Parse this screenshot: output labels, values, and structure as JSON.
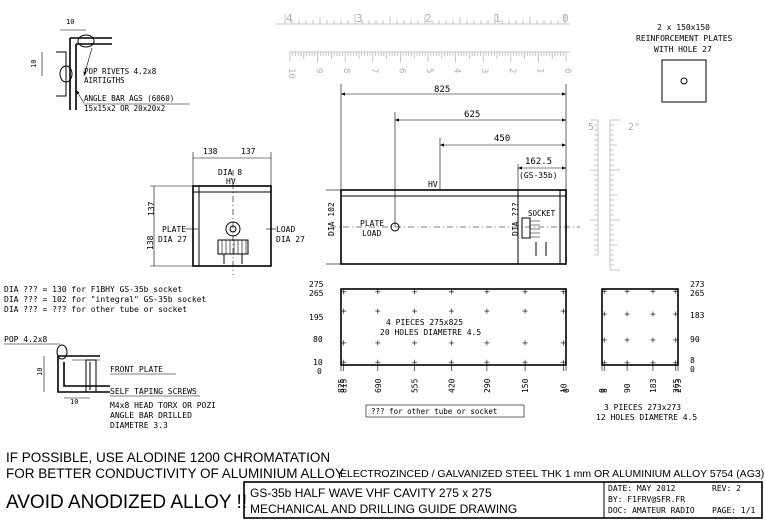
{
  "rulers": {
    "top": {
      "labels": [
        "4",
        "3",
        "2",
        "1",
        "0"
      ]
    },
    "cm": {
      "labels": [
        "10",
        "9",
        "8",
        "7",
        "6",
        "5",
        "4",
        "3",
        "2",
        "1",
        "0"
      ]
    },
    "vertical": {
      "label_a": "2\"",
      "label_b": "5"
    }
  },
  "detail_top": {
    "dim_a": "10",
    "dim_b": "10",
    "rivets_line1": "POP RIVETS 4.2x8",
    "rivets_line2": "AIRTIGTHS",
    "angle_line1": "ANGLE BAR AGS (6060)",
    "angle_line2": "15x15x2 OR 20x20x2"
  },
  "front_view": {
    "dim_left_w": "138",
    "dim_right_w": "137",
    "dia_top": "DIA 8",
    "hv": "HV",
    "dim_top_h": "137",
    "dim_bottom_h": "138",
    "plate": "PLATE",
    "plate_dia": "DIA 27",
    "load": "LOAD",
    "load_dia": "DIA 27"
  },
  "side_view": {
    "dim_total": "825",
    "dim_hole": "625",
    "dim_hv": "450",
    "hv": "HV",
    "dim_socket": "162.5",
    "socket_type": "(GS-35b)",
    "socket": "SOCKET",
    "plate": "PLATE",
    "load": "LOAD",
    "dia_body": "DIA 102",
    "dia_socket": "DIA ???"
  },
  "reinforcement": {
    "line1": "2 x 150x150",
    "line2": "REINFORCEMENT PLATES",
    "line3": "WITH HOLE 27"
  },
  "dia_notes": [
    "DIA ??? = 130 for F1BHY GS-35b socket",
    "DIA ??? = 102 for \"integral\" GS-35b socket",
    "DIA ??? = ??? for other tube or socket"
  ],
  "detail_bottom": {
    "pop": "POP 4.2x8",
    "dim_a": "10",
    "dim_b": "10",
    "front_plate": "FRONT PLATE",
    "screws_line1": "SELF TAPING SCREWS",
    "screws_line2": "M4x8 HEAD TORX OR POZI",
    "screws_line3": "ANGLE BAR DRILLED",
    "screws_line4": "DIAMETRE 3.3"
  },
  "panel1": {
    "y_labels": [
      "275",
      "265",
      "195",
      "80",
      "10",
      "0"
    ],
    "x_labels": [
      "825",
      "815",
      "690",
      "555",
      "420",
      "290",
      "150",
      "10",
      "0"
    ],
    "rows": [
      265,
      195,
      80,
      10
    ],
    "cols": [
      815,
      690,
      555,
      420,
      290,
      150,
      10
    ],
    "desc_line1": "4 PIECES 275x825",
    "desc_line2": "20 HOLES DIAMETRE 4.5",
    "socket_note": "??? for other tube or socket"
  },
  "panel2": {
    "y_labels": [
      "273",
      "265",
      "183",
      "90",
      "8",
      "0"
    ],
    "x_labels": [
      "0",
      "8",
      "90",
      "183",
      "265",
      "273"
    ],
    "rows": [
      265,
      183,
      90,
      8
    ],
    "cols": [
      8,
      90,
      183,
      265
    ],
    "desc_line1": "3 PIECES 273x273",
    "desc_line2": "12 HOLES DIAMETRE 4.5"
  },
  "notes": {
    "alodine_line1": "IF POSSIBLE, USE ALODINE 1200 CHROMATATION",
    "alodine_line2": "FOR BETTER CONDUCTIVITY OF ALUMINIUM ALLOY",
    "warning": "AVOID ANODIZED ALLOY !!",
    "material": "ELECTROZINCED / GALVANIZED STEEL THK 1 mm OR ALUMINIUM ALLOY 5754 (AG3)"
  },
  "title_block": {
    "title_line1": "GS-35b HALF WAVE VHF CAVITY 275 x 275",
    "title_line2": "MECHANICAL AND DRILLING GUIDE DRAWING",
    "date": "DATE: MAY 2012",
    "rev": "REV: 2",
    "by": "BY: F1FRV@SFR.FR",
    "doc": "DOC: AMATEUR RADIO",
    "page": "PAGE: 1/1"
  }
}
